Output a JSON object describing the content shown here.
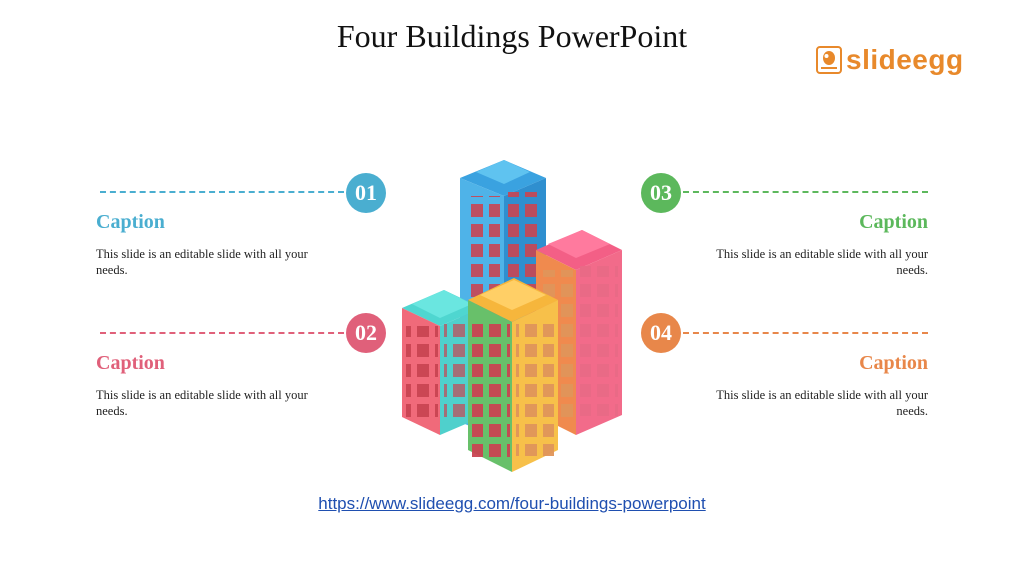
{
  "slide": {
    "title": "Four Buildings PowerPoint",
    "logo_text": "slideegg",
    "link": "https://www.slideegg.com/four-buildings-powerpoint"
  },
  "items": [
    {
      "num": "01",
      "caption": "Caption",
      "text": "This slide is an editable slide with all your needs.",
      "color": "#4aaed0"
    },
    {
      "num": "02",
      "caption": "Caption",
      "text": "This slide is an editable slide with all your needs.",
      "color": "#e0607a"
    },
    {
      "num": "03",
      "caption": "Caption",
      "text": "This slide is an editable slide with all your needs.",
      "color": "#5cb85c"
    },
    {
      "num": "04",
      "caption": "Caption",
      "text": "This slide is an editable slide with all your needs.",
      "color": "#e8874a"
    }
  ],
  "colors": {
    "blue": "#4aaed0",
    "pink": "#e0607a",
    "green": "#5cb85c",
    "orange": "#e8874a",
    "yellow": "#f7c04a",
    "teal": "#5ad3cf"
  },
  "icons": [
    "slideegg-logo-icon",
    "four-buildings-illustration"
  ]
}
